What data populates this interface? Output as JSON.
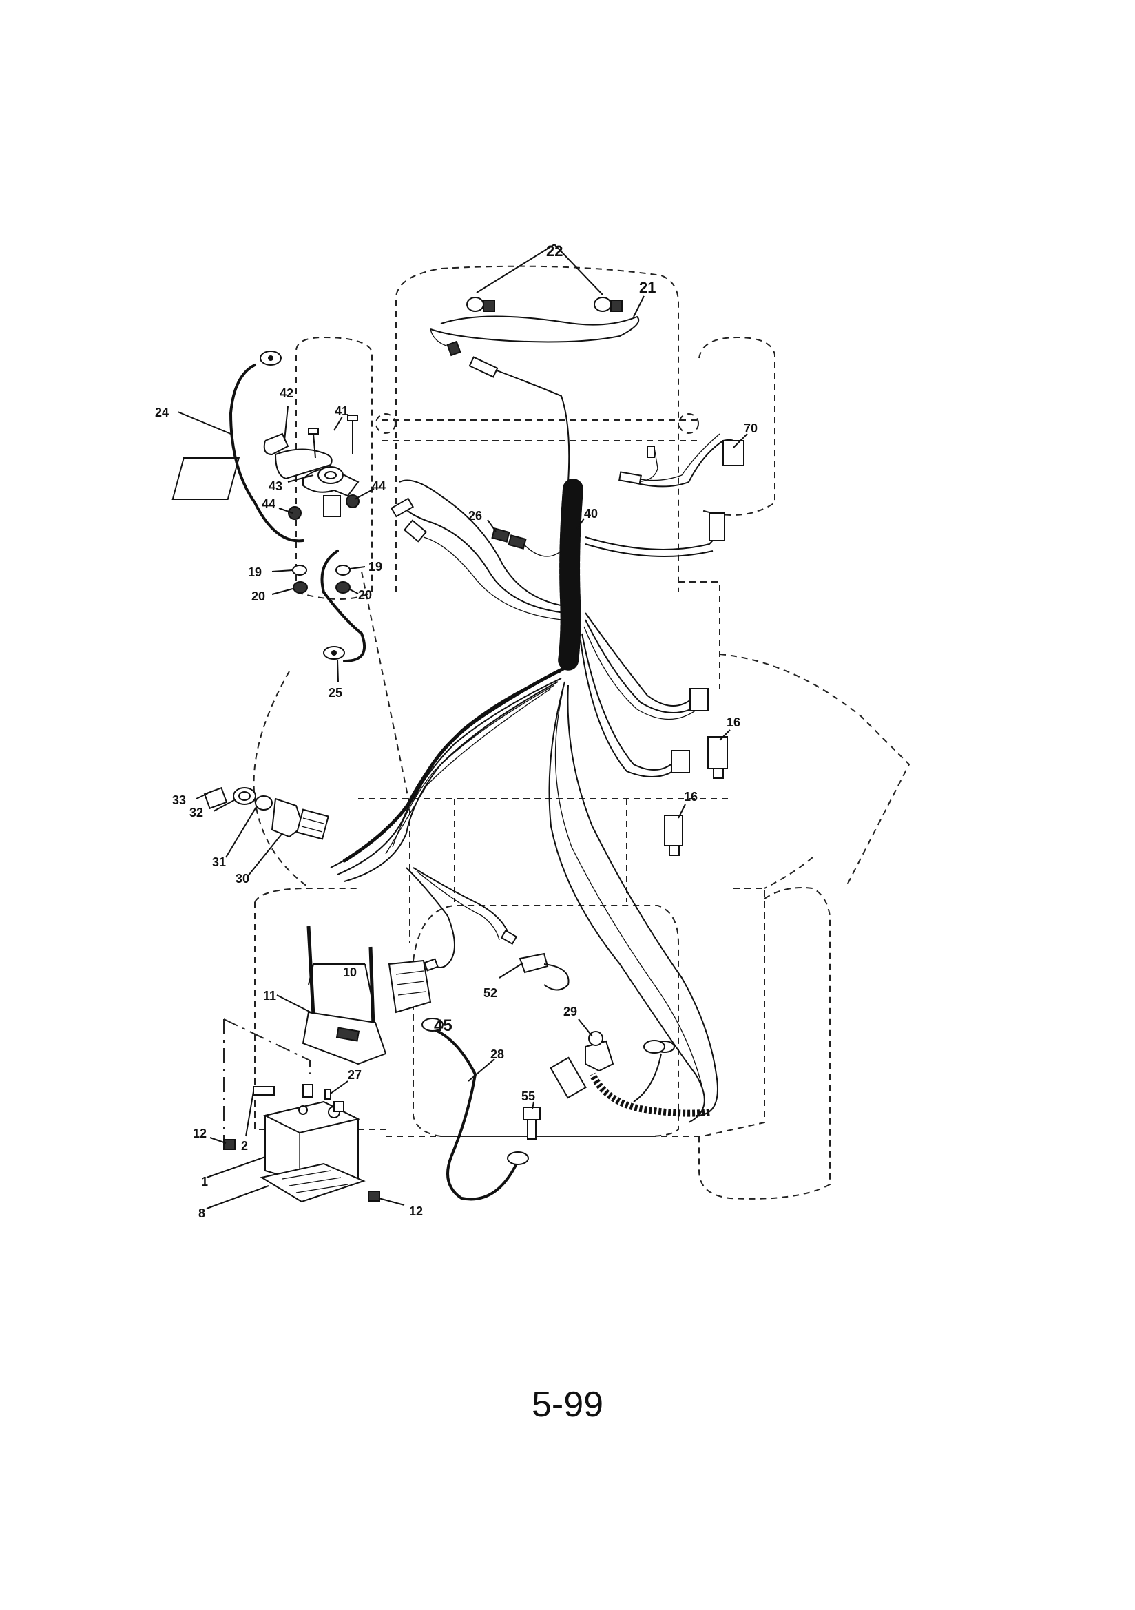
{
  "page_number": "5-99",
  "callouts": {
    "c1": "1",
    "c2": "2",
    "c8": "8",
    "c10": "10",
    "c11": "11",
    "c12a": "12",
    "c12b": "12",
    "c16a": "16",
    "c16b": "16",
    "c19a": "19",
    "c19b": "19",
    "c20a": "20",
    "c20b": "20",
    "c21": "21",
    "c22": "22",
    "c24": "24",
    "c25": "25",
    "c26": "26",
    "c27": "27",
    "c28": "28",
    "c29": "29",
    "c30": "30",
    "c31": "31",
    "c32": "32",
    "c33": "33",
    "c40": "40",
    "c41": "41",
    "c42": "42",
    "c43": "43",
    "c44a": "44",
    "c44b": "44",
    "c45": "45",
    "c52": "52",
    "c55": "55",
    "c70": "70"
  }
}
